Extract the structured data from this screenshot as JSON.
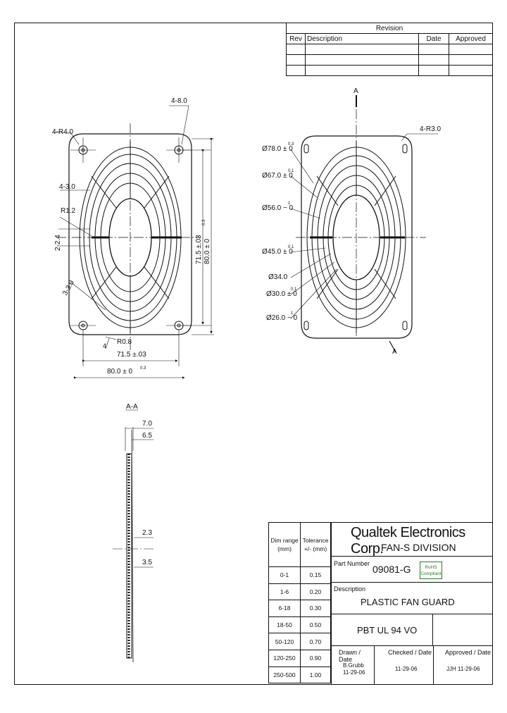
{
  "revision": {
    "title": "Revision",
    "columns": [
      "Rev",
      "Description",
      "Date",
      "Approved"
    ],
    "rows": [
      [
        "",
        "",
        "",
        ""
      ],
      [
        "",
        "",
        "",
        ""
      ],
      [
        "",
        "",
        "",
        ""
      ]
    ]
  },
  "front_view": {
    "dims": {
      "holes": "4-8.0",
      "corner_radius": "4-R4.0",
      "rib_width": "4-3.0",
      "fillet": "R1.2",
      "slot": "2-2.4",
      "spoke": "3-3.0",
      "edge_radius": "R0.8",
      "width_inner": "71.5 ±.03",
      "width_outer": "80.0 ± 0",
      "width_outer_tol": "0.3",
      "height_inner": "71.5 ±.03",
      "height_outer": "80.0 ± 0",
      "height_outer_tol": "0.3",
      "bottom_ref": "4"
    }
  },
  "right_view": {
    "section_mark": "A",
    "section_mark_bottom": "A",
    "corner_radius": "4-R3.0",
    "diameters": [
      {
        "label": "Ø78.0 ± 0",
        "tol": "0.3"
      },
      {
        "label": "Ø67.0 ± 0",
        "tol": "0.1"
      },
      {
        "label": "Ø56.0 − 0",
        "tol": "1"
      },
      {
        "label": "Ø45.0 ± 0",
        "tol": "0.1"
      },
      {
        "label": "Ø34.0",
        "tol": ""
      },
      {
        "label": "Ø30.0 ± 0",
        "tol": "0.1"
      },
      {
        "label": "Ø26.0 − 0",
        "tol": "1"
      }
    ]
  },
  "section": {
    "title": "A-A",
    "dims": [
      "7.0",
      "6.5",
      "2.3",
      "3.5"
    ]
  },
  "tolerance_table": {
    "header": [
      "Dim range (mm)",
      "Tolerance +/- (mm)"
    ],
    "rows": [
      [
        "0-1",
        "0.15"
      ],
      [
        "1-6",
        "0.20"
      ],
      [
        "6-18",
        "0.30"
      ],
      [
        "18-50",
        "0.50"
      ],
      [
        "50-120",
        "0.70"
      ],
      [
        "120-250",
        "0.90"
      ],
      [
        "250-500",
        "1.00"
      ]
    ]
  },
  "title_block": {
    "company": "Qualtek Electronics Corp.",
    "division": "FAN-S DIVISION",
    "part_number_label": "Part Number",
    "part_number": "09081-G",
    "rohs_line1": "RoHS",
    "rohs_line2": "Compliant",
    "description_label": "Description",
    "description": "PLASTIC FAN GUARD",
    "material": "PBT UL 94 VO",
    "drawn_label": "Drawn / Date",
    "drawn_by": "B.Grubb",
    "drawn_date": "11-29-06",
    "checked_label": "Checked / Date",
    "checked_date": "11-29-06",
    "approved_label": "Approved / Date",
    "approved_value": "JJH 11-29-06"
  }
}
